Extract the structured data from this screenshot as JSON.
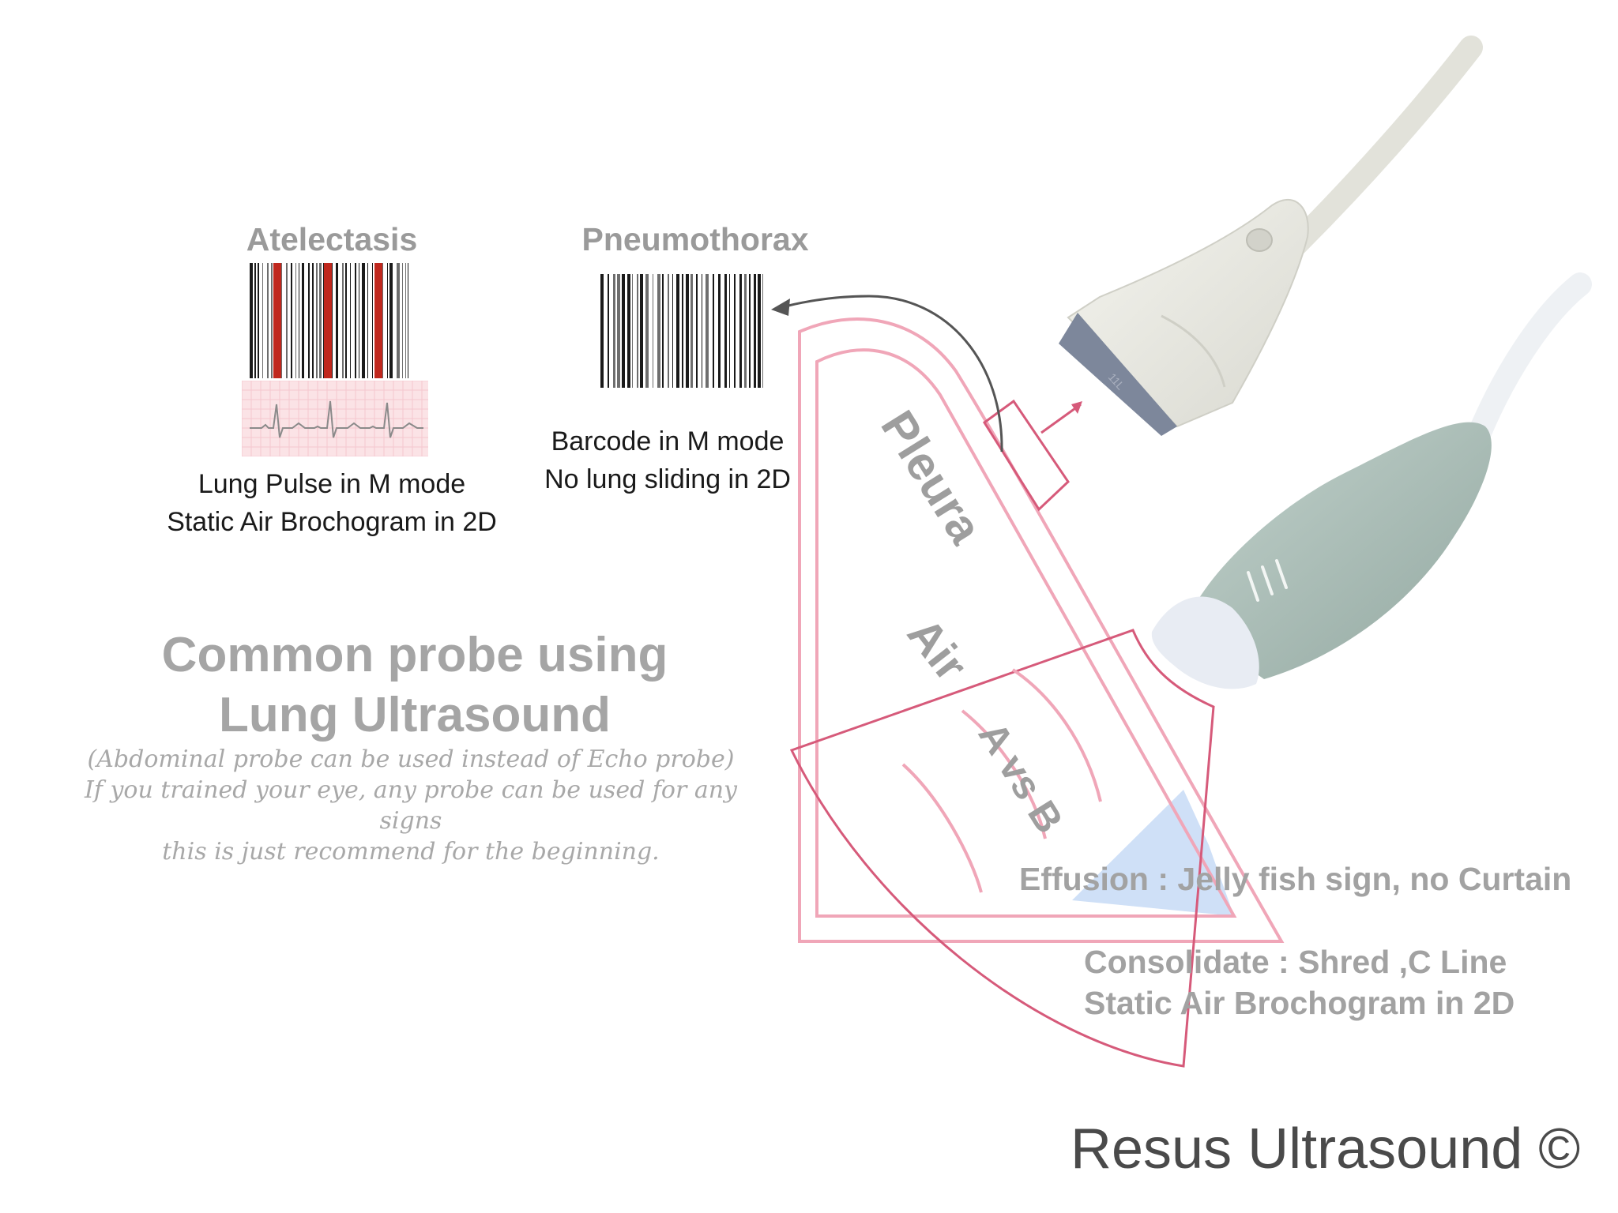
{
  "atelectasis": {
    "title": "Atelectasis",
    "caption_lines": [
      "Lung Pulse in M mode",
      "Static Air Brochogram in 2D"
    ]
  },
  "pneumothorax": {
    "title": "Pneumothorax",
    "caption_lines": [
      "Barcode in M mode",
      "No lung sliding in 2D"
    ]
  },
  "main": {
    "title_lines": [
      "Common probe using",
      "Lung Ultrasound"
    ],
    "note_lines": [
      "(Abdominal probe can be used instead of Echo probe)",
      "If you trained your eye, any probe can be used for any signs",
      "this is just recommend for the beginning."
    ]
  },
  "diagram": {
    "pleura_label": "Pleura",
    "air_label": "Air",
    "avsb_label": "A vs B",
    "effusion_label": "Effusion : Jelly fish sign, no Curtain",
    "consolidate_lines": [
      "Consolidate : Shred ,C  Line",
      "Static Air Brochogram in 2D"
    ]
  },
  "probe": {
    "linear_marking": "11L"
  },
  "brand": "Resus Ultrasound ©",
  "colors": {
    "outline_pink": "#f0a6b8",
    "sector_red": "#d65a7a",
    "pulse_red": "#c0281e",
    "effusion_blue": "#cfe0f7",
    "ecg_bg": "#fbe3e6"
  }
}
